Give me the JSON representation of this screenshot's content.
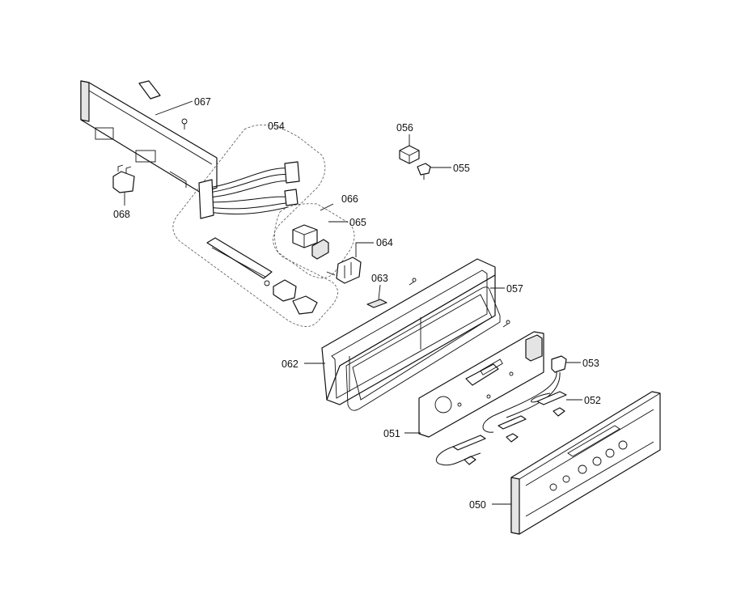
{
  "diagram": {
    "callouts": {
      "c050": "050",
      "c051": "051",
      "c052": "052",
      "c053": "053",
      "c054": "054",
      "c055": "055",
      "c056": "056",
      "c057": "057",
      "c062": "062",
      "c063": "063",
      "c064": "064",
      "c065": "065",
      "c066": "066",
      "c067": "067",
      "c068": "068"
    }
  }
}
